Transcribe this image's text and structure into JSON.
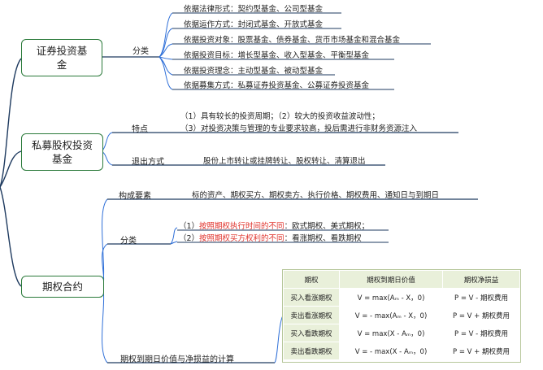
{
  "nodes": {
    "securities_fund": "证券投资基金",
    "private_equity_fund": "私募股权投资基金",
    "option_contract": "期权合约"
  },
  "securities": {
    "category_label": "分类",
    "items": [
      "依据法律形式：契约型基金、公司型基金",
      "依据运作方式：封闭式基金、开放式基金",
      "依据投资对象：股票基金、债券基金、货币市场基金和混合基金",
      "依据投资目标：增长型基金、收入型基金、平衡型基金",
      "依据投资理念：主动型基金、被动型基金",
      "依据募集方式：私募证券投资基金、公募证券投资基金"
    ]
  },
  "private_equity": {
    "features_label": "特点",
    "features_line1": "（1）具有较长的投资周期；（2）较大的投资收益波动性；",
    "features_line2": "（3）对投资决策与管理的专业要求较高，投后需进行非财务资源注入",
    "exit_label": "退出方式",
    "exit_text": "股份上市转让或挂牌转让、股权转让、清算退出"
  },
  "option": {
    "elements_label": "构成要素",
    "elements_text": "标的资产、期权买方、期权卖方、执行价格、期权费用、通知日与到期日",
    "category_label": "分类",
    "cat1_prefix": "（1）",
    "cat1_red": "按照期权执行时间的不同",
    "cat1_rest": "：欧式期权、美式期权；",
    "cat2_prefix": "（2）",
    "cat2_red": "按照期权买方权利的不同",
    "cat2_rest": "：看涨期权、看跌期权",
    "calc_label": "期权到期日价值与净损益的计算",
    "table": {
      "headers": [
        "期权",
        "期权到期日价值",
        "期权净损益"
      ],
      "rows": [
        {
          "name": "买入看涨期权",
          "value": "V = max(Aₘ - X，0)",
          "net": "P = V - 期权费用"
        },
        {
          "name": "卖出看涨期权",
          "value": "V = - max(Aₘ - X，0)",
          "net": "P = V + 期权费用"
        },
        {
          "name": "买入看跌期权",
          "value": "V = max(X - Aₘ，0)",
          "net": "P = V - 期权费用"
        },
        {
          "name": "卖出看跌期权",
          "value": "V = - max(X - Aₘ，0)",
          "net": "P = V + 期权费用"
        }
      ]
    }
  },
  "colors": {
    "line_dark": "#1e3a5f",
    "line_blue": "#2e6fd8",
    "box_border": "#2a7a3a",
    "table_header_bg": "#e9f0da"
  }
}
